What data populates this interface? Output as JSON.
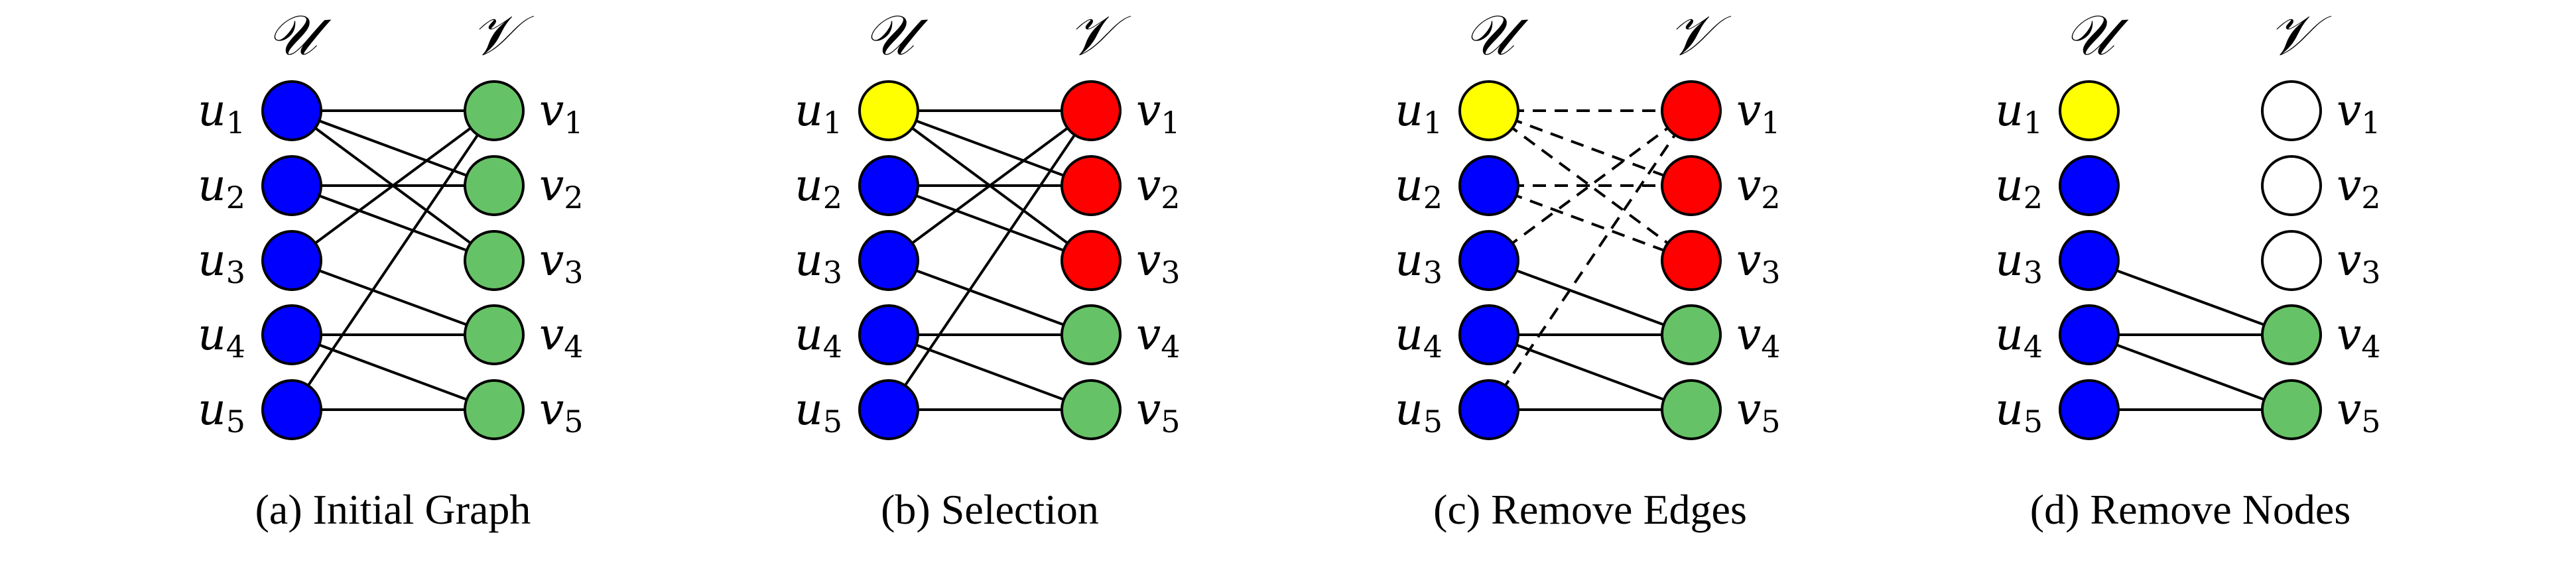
{
  "colors": {
    "blue": "#0000ff",
    "green": "#66c266",
    "yellow": "#ffff00",
    "red": "#ff0000",
    "white": "#ffffff"
  },
  "panels": [
    {
      "caption": "(a) Initial Graph",
      "set_u": "𝒰",
      "set_v": "𝒱",
      "u_nodes": [
        {
          "name": "u",
          "sub": "1",
          "color": "blue"
        },
        {
          "name": "u",
          "sub": "2",
          "color": "blue"
        },
        {
          "name": "u",
          "sub": "3",
          "color": "blue"
        },
        {
          "name": "u",
          "sub": "4",
          "color": "blue"
        },
        {
          "name": "u",
          "sub": "5",
          "color": "blue"
        }
      ],
      "v_nodes": [
        {
          "name": "v",
          "sub": "1",
          "color": "green"
        },
        {
          "name": "v",
          "sub": "2",
          "color": "green"
        },
        {
          "name": "v",
          "sub": "3",
          "color": "green"
        },
        {
          "name": "v",
          "sub": "4",
          "color": "green"
        },
        {
          "name": "v",
          "sub": "5",
          "color": "green"
        }
      ],
      "edges": [
        {
          "u": 1,
          "v": 1,
          "style": "solid"
        },
        {
          "u": 1,
          "v": 2,
          "style": "solid"
        },
        {
          "u": 1,
          "v": 3,
          "style": "solid"
        },
        {
          "u": 2,
          "v": 2,
          "style": "solid"
        },
        {
          "u": 2,
          "v": 3,
          "style": "solid"
        },
        {
          "u": 3,
          "v": 1,
          "style": "solid"
        },
        {
          "u": 3,
          "v": 4,
          "style": "solid"
        },
        {
          "u": 4,
          "v": 4,
          "style": "solid"
        },
        {
          "u": 4,
          "v": 5,
          "style": "solid"
        },
        {
          "u": 5,
          "v": 1,
          "style": "solid"
        },
        {
          "u": 5,
          "v": 5,
          "style": "solid"
        }
      ]
    },
    {
      "caption": "(b) Selection",
      "set_u": "𝒰",
      "set_v": "𝒱",
      "u_nodes": [
        {
          "name": "u",
          "sub": "1",
          "color": "yellow"
        },
        {
          "name": "u",
          "sub": "2",
          "color": "blue"
        },
        {
          "name": "u",
          "sub": "3",
          "color": "blue"
        },
        {
          "name": "u",
          "sub": "4",
          "color": "blue"
        },
        {
          "name": "u",
          "sub": "5",
          "color": "blue"
        }
      ],
      "v_nodes": [
        {
          "name": "v",
          "sub": "1",
          "color": "red"
        },
        {
          "name": "v",
          "sub": "2",
          "color": "red"
        },
        {
          "name": "v",
          "sub": "3",
          "color": "red"
        },
        {
          "name": "v",
          "sub": "4",
          "color": "green"
        },
        {
          "name": "v",
          "sub": "5",
          "color": "green"
        }
      ],
      "edges": [
        {
          "u": 1,
          "v": 1,
          "style": "solid"
        },
        {
          "u": 1,
          "v": 2,
          "style": "solid"
        },
        {
          "u": 1,
          "v": 3,
          "style": "solid"
        },
        {
          "u": 2,
          "v": 2,
          "style": "solid"
        },
        {
          "u": 2,
          "v": 3,
          "style": "solid"
        },
        {
          "u": 3,
          "v": 1,
          "style": "solid"
        },
        {
          "u": 3,
          "v": 4,
          "style": "solid"
        },
        {
          "u": 4,
          "v": 4,
          "style": "solid"
        },
        {
          "u": 4,
          "v": 5,
          "style": "solid"
        },
        {
          "u": 5,
          "v": 1,
          "style": "solid"
        },
        {
          "u": 5,
          "v": 5,
          "style": "solid"
        }
      ]
    },
    {
      "caption": "(c) Remove Edges",
      "set_u": "𝒰",
      "set_v": "𝒱",
      "u_nodes": [
        {
          "name": "u",
          "sub": "1",
          "color": "yellow"
        },
        {
          "name": "u",
          "sub": "2",
          "color": "blue"
        },
        {
          "name": "u",
          "sub": "3",
          "color": "blue"
        },
        {
          "name": "u",
          "sub": "4",
          "color": "blue"
        },
        {
          "name": "u",
          "sub": "5",
          "color": "blue"
        }
      ],
      "v_nodes": [
        {
          "name": "v",
          "sub": "1",
          "color": "red"
        },
        {
          "name": "v",
          "sub": "2",
          "color": "red"
        },
        {
          "name": "v",
          "sub": "3",
          "color": "red"
        },
        {
          "name": "v",
          "sub": "4",
          "color": "green"
        },
        {
          "name": "v",
          "sub": "5",
          "color": "green"
        }
      ],
      "edges": [
        {
          "u": 1,
          "v": 1,
          "style": "dashed"
        },
        {
          "u": 1,
          "v": 2,
          "style": "dashed"
        },
        {
          "u": 1,
          "v": 3,
          "style": "dashed"
        },
        {
          "u": 2,
          "v": 2,
          "style": "dashed"
        },
        {
          "u": 2,
          "v": 3,
          "style": "dashed"
        },
        {
          "u": 3,
          "v": 1,
          "style": "dashed"
        },
        {
          "u": 3,
          "v": 4,
          "style": "solid"
        },
        {
          "u": 4,
          "v": 4,
          "style": "solid"
        },
        {
          "u": 4,
          "v": 5,
          "style": "solid"
        },
        {
          "u": 5,
          "v": 1,
          "style": "dashed"
        },
        {
          "u": 5,
          "v": 5,
          "style": "solid"
        }
      ]
    },
    {
      "caption": "(d) Remove Nodes",
      "set_u": "𝒰",
      "set_v": "𝒱",
      "u_nodes": [
        {
          "name": "u",
          "sub": "1",
          "color": "yellow"
        },
        {
          "name": "u",
          "sub": "2",
          "color": "blue"
        },
        {
          "name": "u",
          "sub": "3",
          "color": "blue"
        },
        {
          "name": "u",
          "sub": "4",
          "color": "blue"
        },
        {
          "name": "u",
          "sub": "5",
          "color": "blue"
        }
      ],
      "v_nodes": [
        {
          "name": "v",
          "sub": "1",
          "color": "white"
        },
        {
          "name": "v",
          "sub": "2",
          "color": "white"
        },
        {
          "name": "v",
          "sub": "3",
          "color": "white"
        },
        {
          "name": "v",
          "sub": "4",
          "color": "green"
        },
        {
          "name": "v",
          "sub": "5",
          "color": "green"
        }
      ],
      "edges": [
        {
          "u": 3,
          "v": 4,
          "style": "solid"
        },
        {
          "u": 4,
          "v": 4,
          "style": "solid"
        },
        {
          "u": 4,
          "v": 5,
          "style": "solid"
        },
        {
          "u": 5,
          "v": 5,
          "style": "solid"
        }
      ]
    }
  ]
}
